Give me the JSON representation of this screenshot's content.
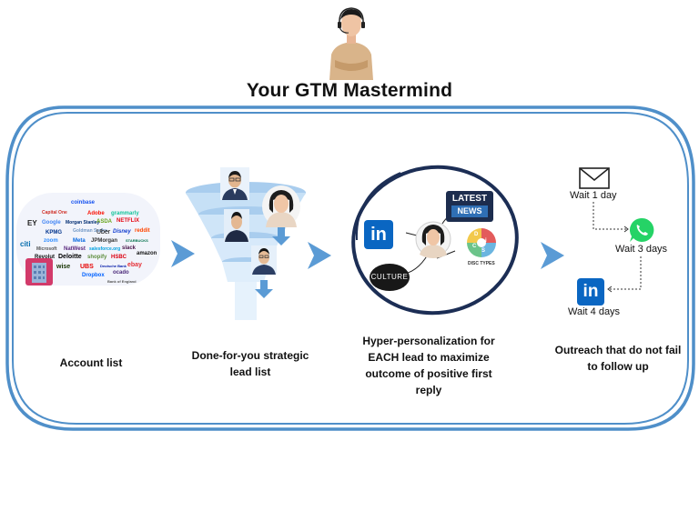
{
  "title": "Your GTM Mastermind",
  "steps": [
    {
      "label": "Account list"
    },
    {
      "label": "Done-for-you strategic lead list"
    },
    {
      "label": "Hyper-personalization for EACH lead to maximize outcome of positive first reply"
    },
    {
      "label": "Outreach that do not fail to follow up"
    }
  ],
  "account_logos": [
    "coinbase",
    "Capital One",
    "Adobe",
    "grammarly",
    "EY",
    "Google",
    "Morgan Stanley",
    "ASDA",
    "NETFLIX",
    "Goldman Sachs",
    "KPMG",
    "Uber",
    "Disney",
    "reddit",
    "citi",
    "zoom",
    "Meta",
    "JPMorgan",
    "STARBUCKS",
    "Microsoft",
    "NatWest",
    "salesforce.org",
    "slack",
    "amazon",
    "Revolut",
    "Deloitte",
    "shopify",
    "HSBC",
    "wise",
    "UBS",
    "Deutsche Bank",
    "ebay",
    "ocado",
    "Dropbox",
    "Bank of England"
  ],
  "personalization": {
    "news_label_1": "LATEST",
    "news_label_2": "NEWS",
    "culture_label": "CULTURE",
    "disc_label": "DISC TYPES",
    "disc_letters": [
      "D",
      "i",
      "S",
      "C"
    ]
  },
  "sequence": [
    {
      "channel": "email-icon",
      "label": "Wait 1 day"
    },
    {
      "channel": "whatsapp-icon",
      "label": "Wait 3 days"
    },
    {
      "channel": "linkedin-icon",
      "label": "Wait 4 days"
    }
  ],
  "colors": {
    "frame": "#4f8fc9",
    "arrow": "#5b9bd5",
    "funnel": "#bcd9f2",
    "linkedin": "#0a66c2",
    "whatsapp": "#25d366",
    "navy": "#1c2e55"
  }
}
